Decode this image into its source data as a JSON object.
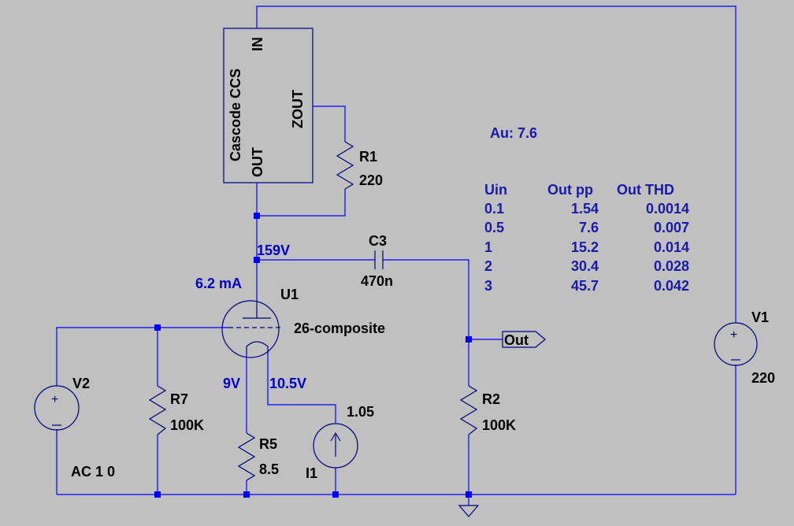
{
  "schematic": {
    "subcircuit": {
      "name": "Cascode CCS",
      "pin_in": "IN",
      "pin_out": "OUT",
      "pin_zout": "ZOUT"
    },
    "components": {
      "r1": {
        "ref": "R1",
        "value": "220"
      },
      "r2": {
        "ref": "R2",
        "value": "100K"
      },
      "r5": {
        "ref": "R5",
        "value": "8.5"
      },
      "r7": {
        "ref": "R7",
        "value": "100K"
      },
      "c3": {
        "ref": "C3",
        "value": "470n"
      },
      "u1": {
        "ref": "U1",
        "value": "26-composite"
      },
      "v1": {
        "ref": "V1",
        "value": "220"
      },
      "v2": {
        "ref": "V2",
        "value": "AC 1 0"
      },
      "i1": {
        "ref": "I1",
        "value": "1.05"
      }
    },
    "net_labels": {
      "plate_voltage": "159V",
      "plate_current": "6.2 mA",
      "filament_left": "9V",
      "filament_right": "10.5V",
      "output": "Out"
    },
    "gain_note": "Au: 7.6",
    "results_table": {
      "headers": [
        "Uin",
        "Out pp",
        "Out THD"
      ],
      "rows": [
        [
          "0.1",
          "1.54",
          "0.0014"
        ],
        [
          "0.5",
          "7.6",
          "0.007"
        ],
        [
          "1",
          "15.2",
          "0.014"
        ],
        [
          "2",
          "30.4",
          "0.028"
        ],
        [
          "3",
          "45.7",
          "0.042"
        ]
      ]
    },
    "colors": {
      "background": "#c0c0c0",
      "wire": "#0000ff",
      "component": "#000080",
      "annotation": "#0000cc"
    }
  }
}
